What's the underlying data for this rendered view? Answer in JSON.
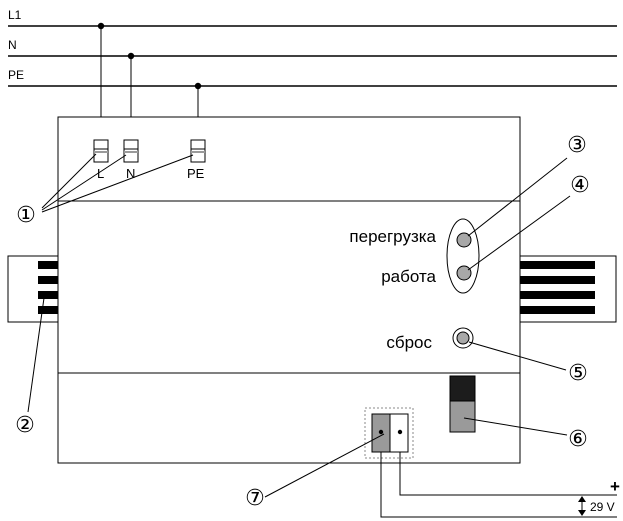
{
  "lines": {
    "l1": "L1",
    "n": "N",
    "pe": "PE"
  },
  "terminals": {
    "l": "L",
    "n": "N",
    "pe": "PE"
  },
  "leds": {
    "overload": "перегрузка",
    "run": "работа"
  },
  "reset": "сброс",
  "supply": {
    "plus": "+",
    "voltage": "29 V"
  },
  "callouts": [
    "①",
    "②",
    "③",
    "④",
    "⑤",
    "⑥",
    "⑦"
  ],
  "colors": {
    "line": "#000000",
    "background": "#ffffff",
    "led_fill": "#a8a8a8",
    "switch_dark": "#1c1c1c",
    "switch_light": "#9a9a9a",
    "terminal_grey": "#9a9a9a"
  }
}
